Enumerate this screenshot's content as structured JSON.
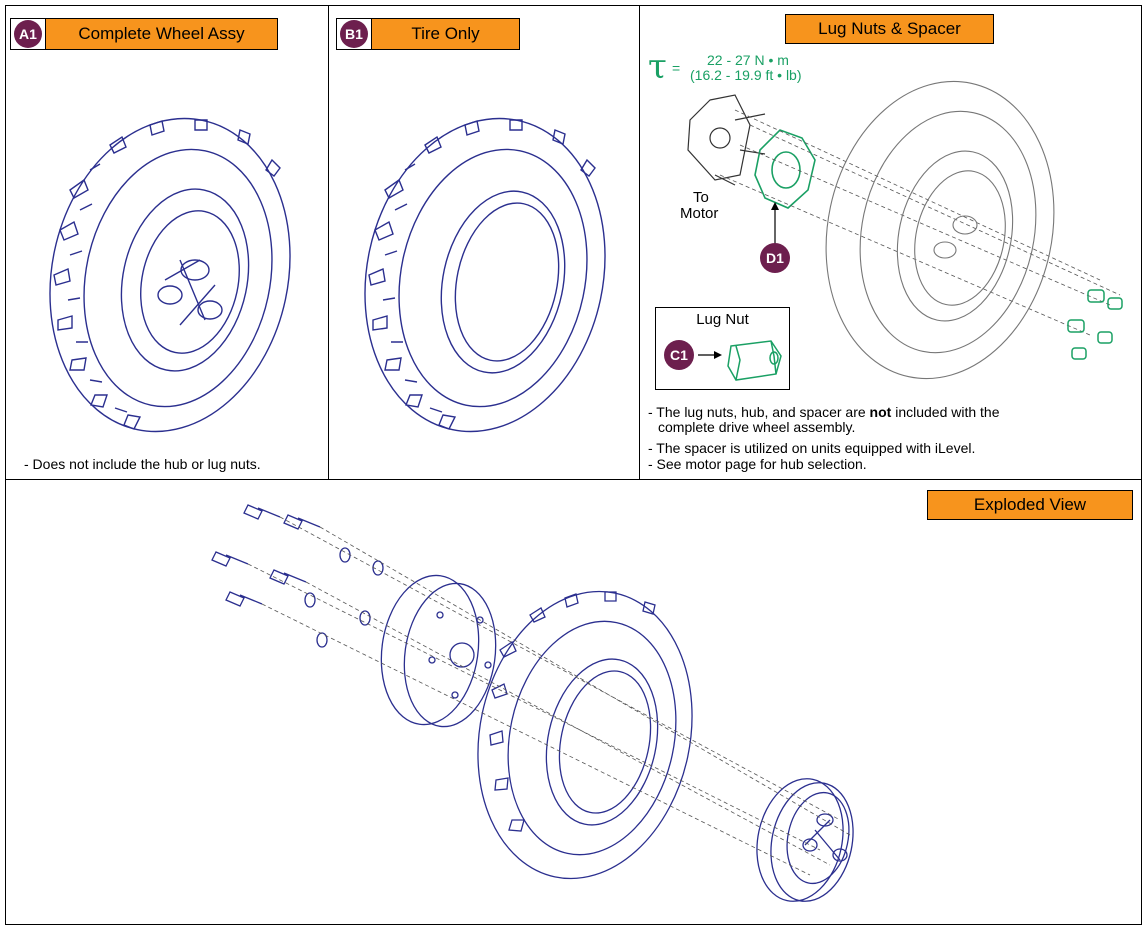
{
  "panels": {
    "a1": {
      "badge": "A1",
      "label": "Complete Wheel Assy",
      "note": "- Does not include the hub or lug nuts."
    },
    "b1": {
      "badge": "B1",
      "label": "Tire Only"
    },
    "lug": {
      "label": "Lug Nuts & Spacer",
      "torque_symbol": "τ",
      "torque_eq": "=",
      "torque_nm": "22 - 27 N • m",
      "torque_ftlb": "(16.2 - 19.9 ft • lb)",
      "to_motor_1": "To",
      "to_motor_2": "Motor",
      "d1": "D1",
      "lugnut_box_title": "Lug Nut",
      "c1": "C1",
      "notes": {
        "n1_pre": "- The lug nuts, hub, and spacer are ",
        "n1_bold": "not",
        "n1_post": " included with the",
        "n1_cont": "complete drive wheel assembly.",
        "n2": "- The spacer is utilized on units equipped with iLevel.",
        "n3": "- See motor page for hub selection."
      }
    },
    "exploded": {
      "label": "Exploded View"
    }
  },
  "colors": {
    "line": "#2b2f8f",
    "accent": "#f7941d",
    "badge": "#6d1f4e",
    "green": "#1aa064"
  }
}
